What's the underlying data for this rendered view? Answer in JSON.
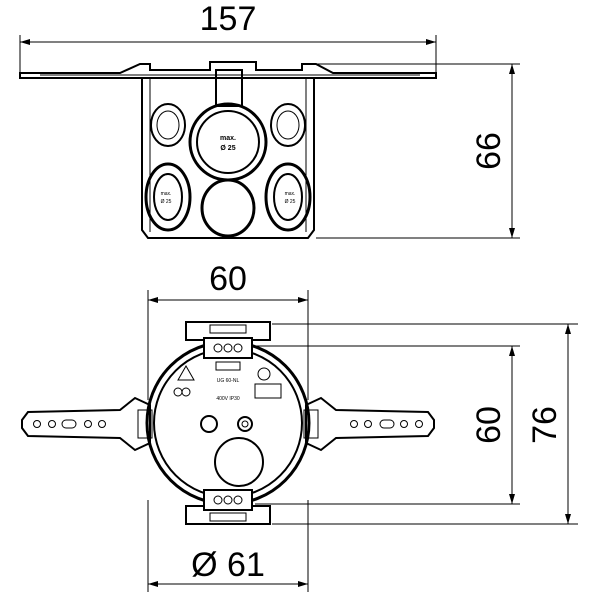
{
  "dimensions": {
    "top_width": "157",
    "top_height": "66",
    "bottom_width": "60",
    "bottom_inner_height": "60",
    "bottom_outer_height": "76",
    "bottom_diameter": "Ø 61"
  },
  "side_view_labels": {
    "center_max": "max.",
    "center_diameter": "Ø 25",
    "left_lower_max": "max.",
    "left_lower_diameter": "Ø 25",
    "right_lower_max": "max.",
    "right_lower_diameter": "Ø 25"
  },
  "top_view_labels": {
    "model": "UG 60-NL",
    "rating": "400V IP30"
  }
}
